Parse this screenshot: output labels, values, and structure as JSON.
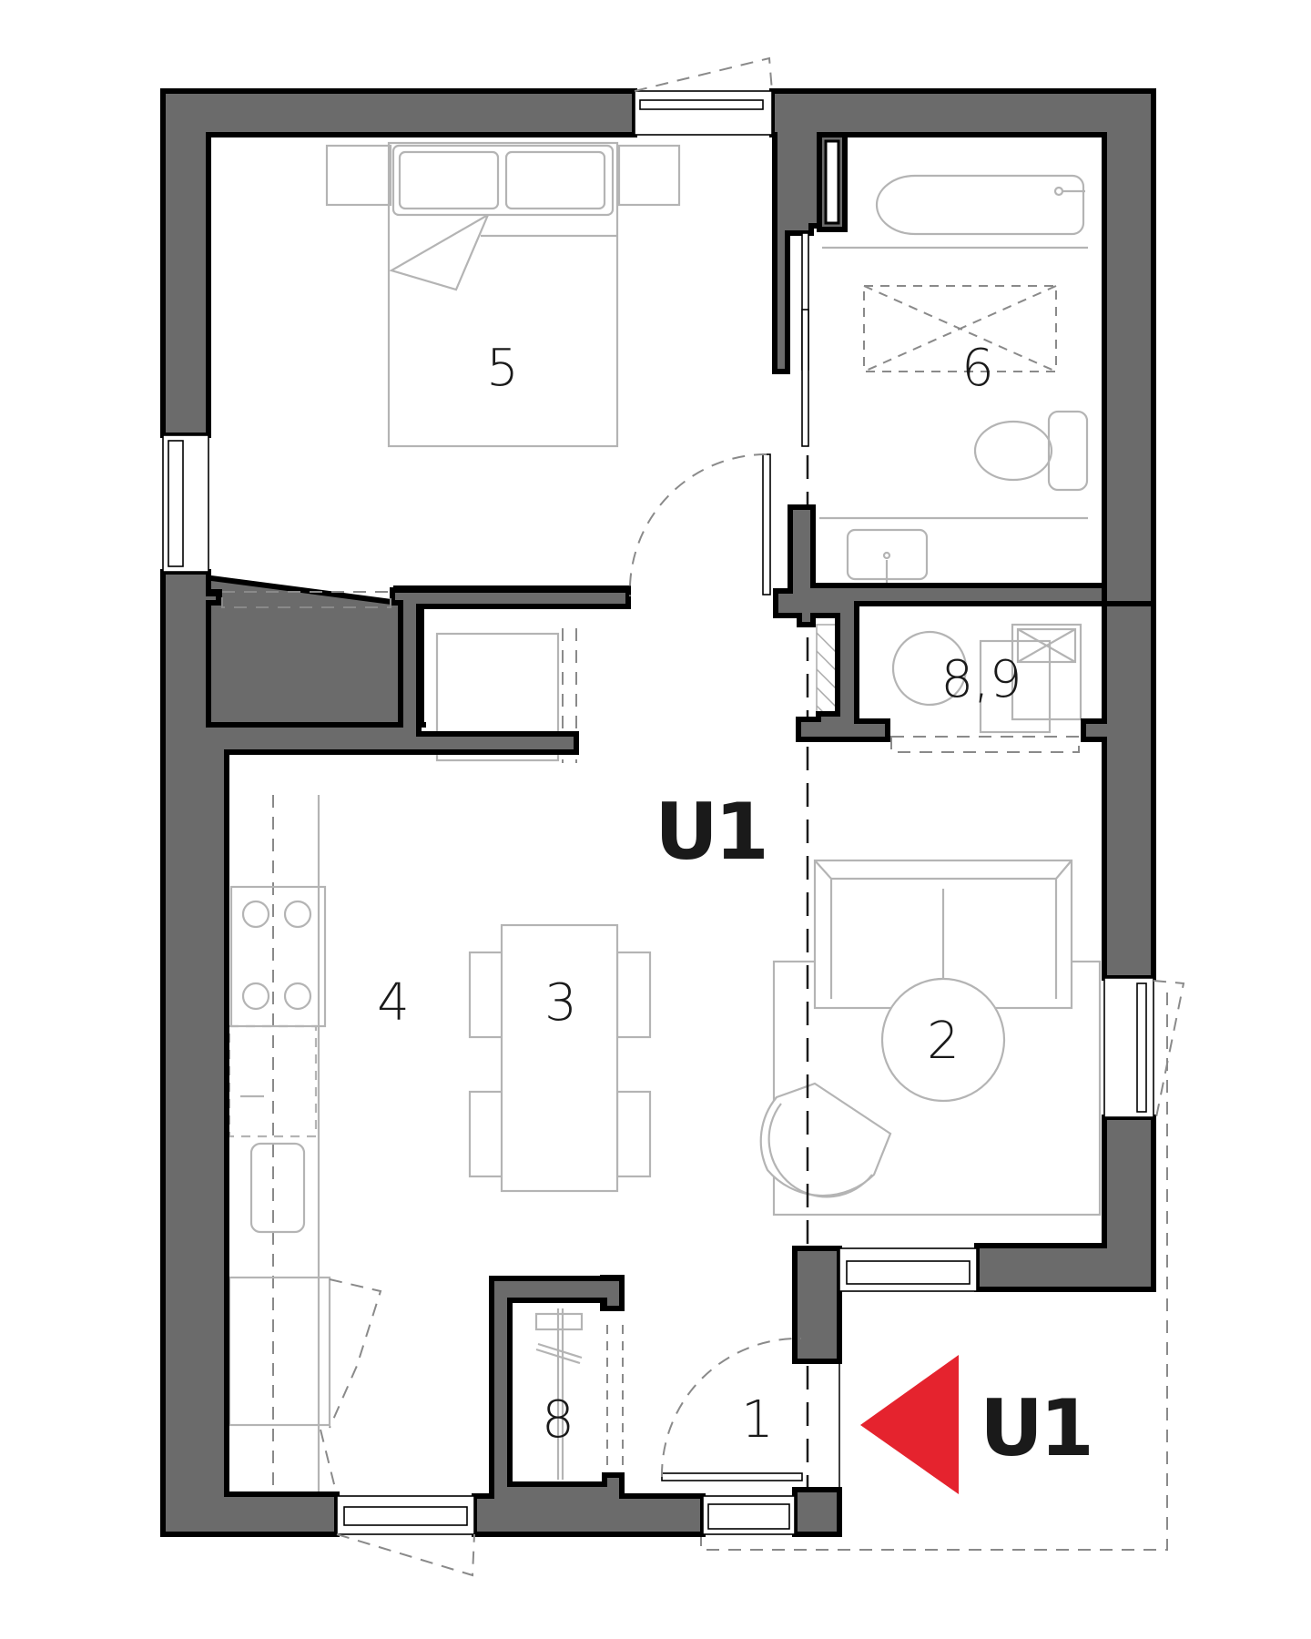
{
  "plan": {
    "unit_id": "U1",
    "entry_marker": {
      "label": "U1",
      "arrow_color": "#e5232e"
    },
    "wall_color": "#6b6b6b",
    "rooms": [
      {
        "number": "1",
        "name": "entry"
      },
      {
        "number": "2",
        "name": "living"
      },
      {
        "number": "3",
        "name": "dining"
      },
      {
        "number": "4",
        "name": "kitchen"
      },
      {
        "number": "5",
        "name": "bedroom"
      },
      {
        "number": "6",
        "name": "bathroom"
      },
      {
        "number": "8",
        "name": "closet"
      },
      {
        "number": "8,9",
        "name": "closet-laundry"
      }
    ]
  }
}
